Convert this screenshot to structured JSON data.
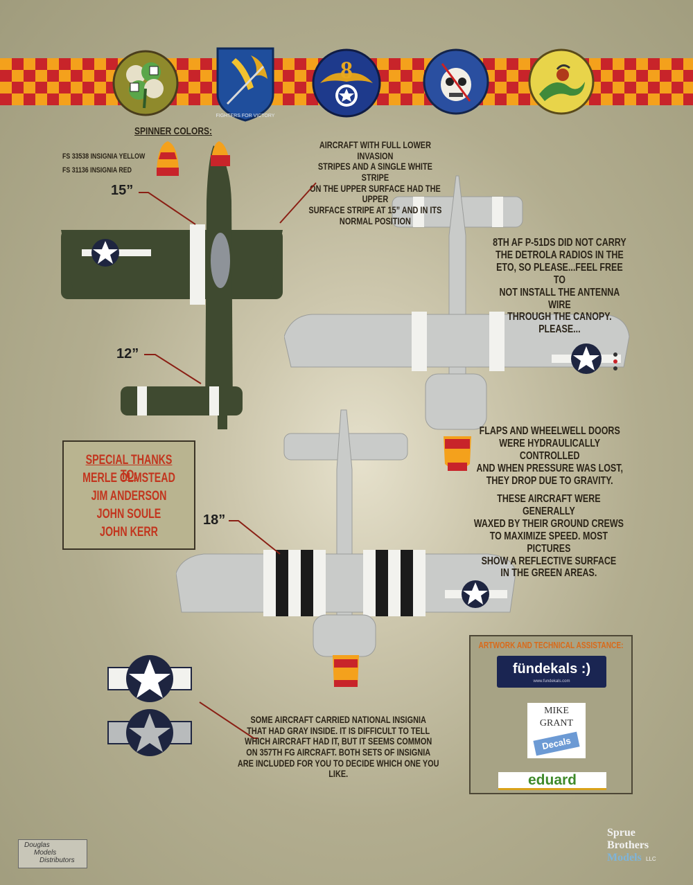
{
  "spinner": {
    "title": "SPINNER COLORS:",
    "yellow": "FS 33538 INSIGNIA YELLOW",
    "red": "FS 31136 INSIGNIA RED"
  },
  "measurements": {
    "m15": "15”",
    "m12": "12”",
    "m18": "18”"
  },
  "badges": {
    "fighters_motto_1": "FIGHTERS",
    "fighters_motto_2": "FOR",
    "fighters_motto_3": "VICTORY",
    "eighth": "8"
  },
  "notes": {
    "invasion": [
      "AIRCRAFT WITH FULL LOWER INVASION",
      "STRIPES AND A SINGLE WHITE STRIPE",
      "ON THE UPPER SURFACE HAD THE UPPER",
      "SURFACE STRIPE AT 15” AND IN ITS",
      "NORMAL POSITION"
    ],
    "radio": [
      "8TH AF P-51Ds DID NOT CARRY",
      "THE DETROLA RADIOS IN THE",
      "ETO, SO PLEASE...FEEL FREE TO",
      "NOT INSTALL THE ANTENNA WIRE",
      "THROUGH THE CANOPY. PLEASE..."
    ],
    "flaps": [
      "FLAPS AND WHEELWELL DOORS",
      "WERE HYDRAULICALLY CONTROLLED",
      "AND WHEN PRESSURE WAS LOST,",
      "THEY DROP DUE TO GRAVITY."
    ],
    "waxed": [
      "THESE AIRCRAFT WERE GENERALLY",
      "WAXED BY THEIR GROUND CREWS",
      "TO MAXIMIZE SPEED. MOST PICTURES",
      "SHOW A REFLECTIVE SURFACE",
      "IN THE GREEN AREAS."
    ],
    "insignia": [
      "SOME AIRCRAFT CARRIED NATIONAL INSIGNIA",
      "THAT HAD GRAY INSIDE. IT IS DIFFICULT TO TELL",
      "WHICH AIRCRAFT HAD IT, BUT IT SEEMS COMMON",
      "ON 357TH FG AIRCRAFT. BOTH SETS OF INSIGNIA",
      "ARE INCLUDED FOR YOU TO DECIDE WHICH ONE YOU LIKE."
    ]
  },
  "thanks": {
    "title": "SPECIAL THANKS TO:",
    "names": [
      "MERLE OLMSTEAD",
      "JIM ANDERSON",
      "JOHN SOULE",
      "JOHN KERR"
    ]
  },
  "assist": {
    "title": "ARTWORK AND TECHNICAL ASSISTANCE:",
    "fundekals": "fündekals :)",
    "fundekals_url": "www.fundekals.com",
    "mike": "MIKE",
    "grant": "GRANT",
    "decals": "Decals",
    "eduard": "eduard"
  },
  "footer": {
    "douglas_1": "Douglas",
    "douglas_2": "Models",
    "douglas_3": "Distributors",
    "sprue_1": "Sprue",
    "sprue_2": "Brothers",
    "sprue_3": "Models",
    "sprue_4": "LLC"
  },
  "colors": {
    "background": "#b2ad8f",
    "olive_drab": "#3f4a30",
    "light_gray": "#c9cbc9",
    "insignia_blue": "#1e2540",
    "insignia_yellow": "#f4a11c",
    "insignia_red": "#c8242a"
  }
}
